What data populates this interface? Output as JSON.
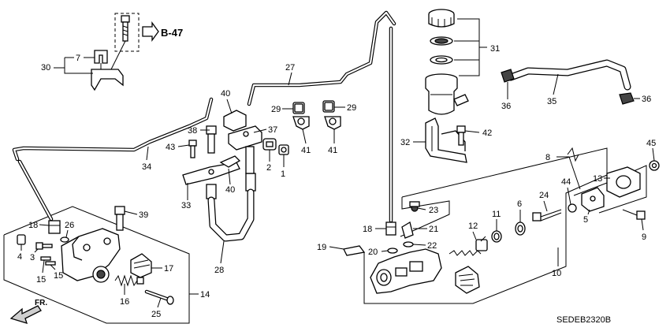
{
  "reference": {
    "text": "B-47"
  },
  "diagram_code": "SEDEB2320B",
  "direction_label": "FR.",
  "callouts": [
    {
      "id": "c1",
      "label": "1"
    },
    {
      "id": "c2",
      "label": "2"
    },
    {
      "id": "c3",
      "label": "3"
    },
    {
      "id": "c4",
      "label": "4"
    },
    {
      "id": "c5",
      "label": "5"
    },
    {
      "id": "c6",
      "label": "6"
    },
    {
      "id": "c7",
      "label": "7"
    },
    {
      "id": "c8",
      "label": "8"
    },
    {
      "id": "c9",
      "label": "9"
    },
    {
      "id": "c10",
      "label": "10"
    },
    {
      "id": "c11",
      "label": "11"
    },
    {
      "id": "c12",
      "label": "12"
    },
    {
      "id": "c13",
      "label": "13"
    },
    {
      "id": "c14",
      "label": "14"
    },
    {
      "id": "c15a",
      "label": "15"
    },
    {
      "id": "c15b",
      "label": "15"
    },
    {
      "id": "c16",
      "label": "16"
    },
    {
      "id": "c17",
      "label": "17"
    },
    {
      "id": "c18a",
      "label": "18"
    },
    {
      "id": "c18b",
      "label": "18"
    },
    {
      "id": "c19",
      "label": "19"
    },
    {
      "id": "c20",
      "label": "20"
    },
    {
      "id": "c21",
      "label": "21"
    },
    {
      "id": "c22",
      "label": "22"
    },
    {
      "id": "c23",
      "label": "23"
    },
    {
      "id": "c24",
      "label": "24"
    },
    {
      "id": "c25",
      "label": "25"
    },
    {
      "id": "c26",
      "label": "26"
    },
    {
      "id": "c27",
      "label": "27"
    },
    {
      "id": "c28",
      "label": "28"
    },
    {
      "id": "c29a",
      "label": "29"
    },
    {
      "id": "c29b",
      "label": "29"
    },
    {
      "id": "c30",
      "label": "30"
    },
    {
      "id": "c31",
      "label": "31"
    },
    {
      "id": "c32",
      "label": "32"
    },
    {
      "id": "c33",
      "label": "33"
    },
    {
      "id": "c34",
      "label": "34"
    },
    {
      "id": "c35",
      "label": "35"
    },
    {
      "id": "c36a",
      "label": "36"
    },
    {
      "id": "c36b",
      "label": "36"
    },
    {
      "id": "c37",
      "label": "37"
    },
    {
      "id": "c38",
      "label": "38"
    },
    {
      "id": "c39",
      "label": "39"
    },
    {
      "id": "c40a",
      "label": "40"
    },
    {
      "id": "c40b",
      "label": "40"
    },
    {
      "id": "c41a",
      "label": "41"
    },
    {
      "id": "c41b",
      "label": "41"
    },
    {
      "id": "c42",
      "label": "42"
    },
    {
      "id": "c43",
      "label": "43"
    },
    {
      "id": "c44",
      "label": "44"
    },
    {
      "id": "c45",
      "label": "45"
    }
  ]
}
